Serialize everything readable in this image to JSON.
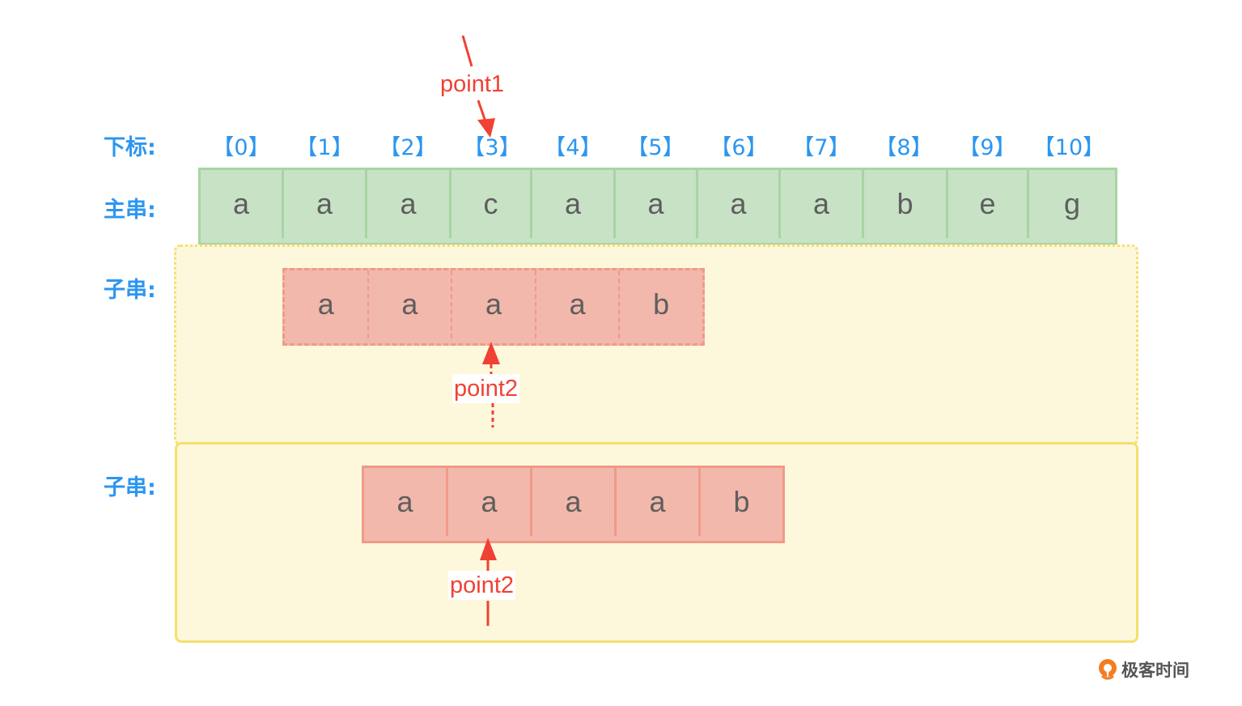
{
  "labels": {
    "index": "下标:",
    "main": "主串:",
    "sub1": "子串:",
    "sub2": "子串:"
  },
  "indices": [
    "【0】",
    "【1】",
    "【2】",
    "【3】",
    "【4】",
    "【5】",
    "【6】",
    "【7】",
    "【8】",
    "【9】",
    "【10】"
  ],
  "main_string": [
    "a",
    "a",
    "a",
    "c",
    "a",
    "a",
    "a",
    "a",
    "b",
    "e",
    "g"
  ],
  "sub_string_before": [
    "a",
    "a",
    "a",
    "a",
    "b"
  ],
  "sub_string_after": [
    "a",
    "a",
    "a",
    "a",
    "b"
  ],
  "pointers": {
    "point1": "point1",
    "point2_before": "point2",
    "point2_after": "point2"
  },
  "pointer_positions": {
    "point1_main_index": 3,
    "point2_before_sub_index": 2,
    "point2_after_sub_index": 1
  },
  "colors": {
    "label_blue": "#2c96f0",
    "pointer_red": "#f04134",
    "main_fill": "#c8e2c6",
    "sub_fill": "#f2b8ab",
    "panel_fill": "#fdf7dc"
  },
  "logo": {
    "text": "极客时间",
    "icon": "geektime-logo-icon"
  }
}
